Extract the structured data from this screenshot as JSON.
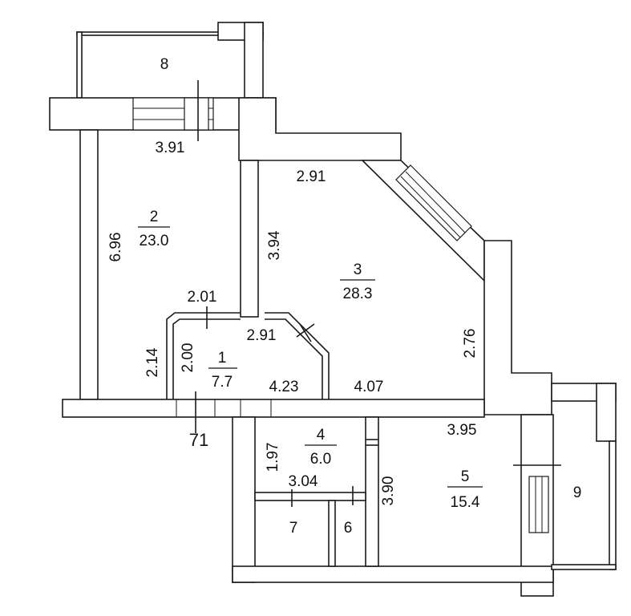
{
  "rooms": [
    {
      "id": "1",
      "number": "1",
      "area": "7.7"
    },
    {
      "id": "2",
      "number": "2",
      "area": "23.0"
    },
    {
      "id": "3",
      "number": "3",
      "area": "28.3"
    },
    {
      "id": "4",
      "number": "4",
      "area": "6.0"
    },
    {
      "id": "5",
      "number": "5",
      "area": "15.4"
    },
    {
      "id": "6",
      "number": "6"
    },
    {
      "id": "7",
      "number": "7"
    },
    {
      "id": "8",
      "number": "8"
    },
    {
      "id": "9",
      "number": "9"
    }
  ],
  "dimensions": {
    "d_3_91": "3.91",
    "d_6_96": "6.96",
    "d_2_91_top": "2.91",
    "d_3_94": "3.94",
    "d_2_76": "2.76",
    "d_2_01": "2.01",
    "d_2_91_mid": "2.91",
    "d_2_14": "2.14",
    "d_2_00": "2.00",
    "d_4_23": "4.23",
    "d_4_07": "4.07",
    "d_3_95": "3.95",
    "d_1_97": "1.97",
    "d_3_04": "3.04",
    "d_3_90": "3.90"
  },
  "unit_number": "71"
}
